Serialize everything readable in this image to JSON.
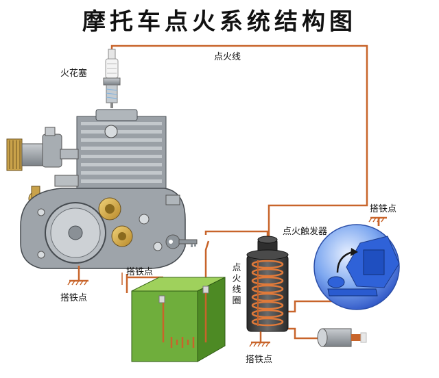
{
  "title": "摩托车点火系统结构图",
  "labels": {
    "spark_plug": "火花塞",
    "ignition_wire": "点火线",
    "ground_engine": "搭铁点",
    "ground_battery": "搭铁点",
    "ignition_coil": "点火线圈",
    "ground_coil": "搭铁点",
    "trigger": "点火触发器",
    "ground_trigger": "搭铁点"
  },
  "colors": {
    "wire": "#c8642a",
    "battery_green": "#6fae3c",
    "trigger_blue": "#2f62d8",
    "engine_gray": "#8f969c",
    "coil_dark": "#3a3a3a"
  }
}
